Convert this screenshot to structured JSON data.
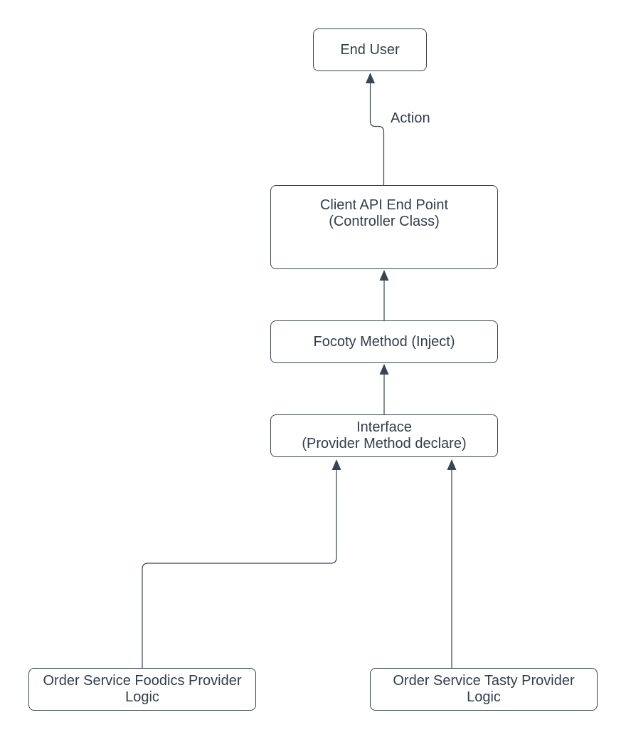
{
  "diagram": {
    "background_color": "#ffffff",
    "stroke_color": "#3b4451",
    "text_color": "#343c49",
    "nodes": [
      {
        "id": "end-user",
        "label": "End User",
        "lines": [
          "End User"
        ]
      },
      {
        "id": "client-api-end-point",
        "label": "Client API End Point (Controller Class)",
        "lines": [
          "Client API End Point",
          "(Controller Class)"
        ]
      },
      {
        "id": "focoty-method",
        "label": "Focoty Method (Inject)",
        "lines": [
          "Focoty Method (Inject)"
        ]
      },
      {
        "id": "interface",
        "label": "Interface (Provider Method declare)",
        "lines": [
          "Interface",
          "(Provider Method declare)"
        ]
      },
      {
        "id": "order-service-foodics",
        "label": "Order Service Foodics Provider Logic",
        "lines": [
          "Order Service Foodics Provider",
          "Logic"
        ]
      },
      {
        "id": "order-service-tasty",
        "label": "Order Service Tasty Provider Logic",
        "lines": [
          "Order Service Tasty Provider",
          "Logic"
        ]
      }
    ],
    "edges": [
      {
        "from": "client-api-end-point",
        "to": "end-user",
        "label": "Action"
      },
      {
        "from": "focoty-method",
        "to": "client-api-end-point",
        "label": ""
      },
      {
        "from": "interface",
        "to": "focoty-method",
        "label": ""
      },
      {
        "from": "order-service-foodics",
        "to": "interface",
        "label": ""
      },
      {
        "from": "order-service-tasty",
        "to": "interface",
        "label": ""
      }
    ]
  }
}
